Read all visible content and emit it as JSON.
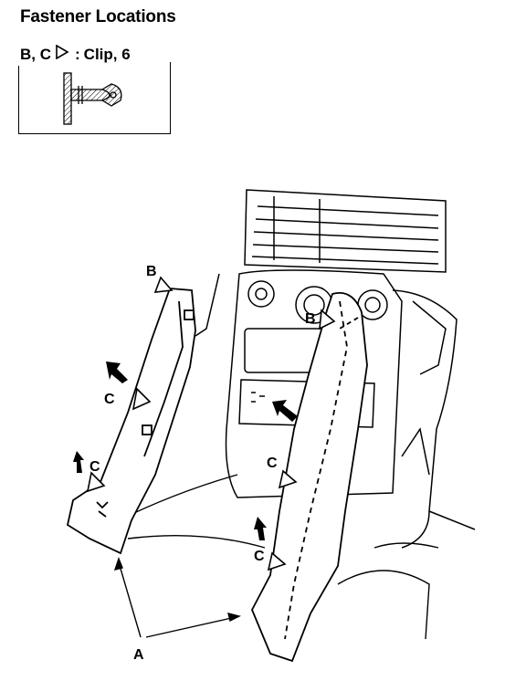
{
  "legend": {
    "title": "Fastener Locations",
    "fastener_letters": "B, C",
    "separator": ":",
    "fastener_desc": "Clip, 6"
  },
  "callouts": {
    "b_left": "B",
    "b_right": "B",
    "c_left_upper": "C",
    "c_left_lower": "C",
    "c_right_upper": "C",
    "c_right_lower": "C",
    "a_part": "A"
  },
  "colors": {
    "ink": "#000000",
    "paper": "#ffffff"
  }
}
